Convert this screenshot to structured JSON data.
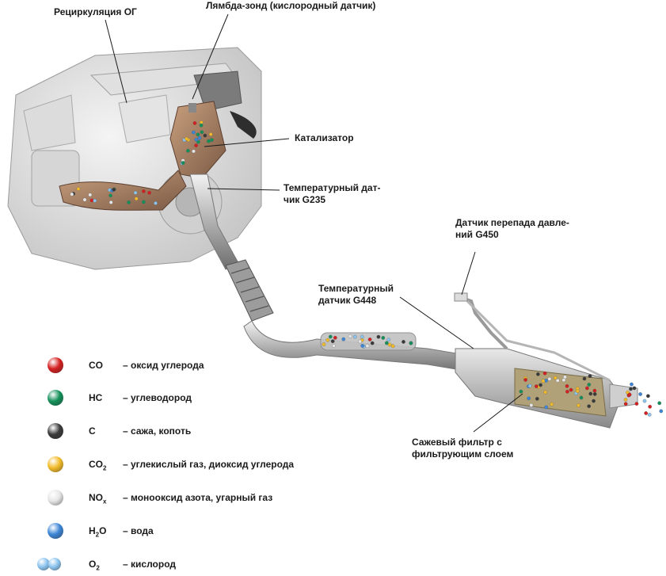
{
  "callouts": {
    "egr": "Рециркуляция ОГ",
    "lambda": "Лямбда-зонд (кислородный датчик)",
    "catalyst": "Катализатор",
    "temp_g235": "Температурный дат-\nчик G235",
    "pressure_g450": "Датчик перепада давле-\nний G450",
    "temp_g448": "Температурный\nдатчик G448",
    "soot_filter": "Сажевый фильтр с\nфильтрующим слоем"
  },
  "legend": [
    {
      "formula": "CO",
      "sub": "",
      "desc": "– оксид углерода",
      "color": "#d42020",
      "icon": "red-ball-icon"
    },
    {
      "formula": "HC",
      "sub": "",
      "desc": "– углеводород",
      "color": "#14905a",
      "icon": "green-ball-icon"
    },
    {
      "formula": "C",
      "sub": "",
      "desc": "– сажа, копоть",
      "color": "#3a3a3a",
      "icon": "black-ball-icon"
    },
    {
      "formula": "CO",
      "sub": "2",
      "desc": "– углекислый газ, диоксид углерода",
      "color": "#f2bb2a",
      "icon": "yellow-ball-icon"
    },
    {
      "formula": "NO",
      "sub": "x",
      "desc": "– монооксид азота, угарный газ",
      "color": "#e6e6e6",
      "icon": "white-ball-icon"
    },
    {
      "formula": "H",
      "sub": "2",
      "formula_tail": "O",
      "desc": "– вода",
      "color": "#3d86d6",
      "icon": "blue-ball-icon"
    },
    {
      "formula": "O",
      "sub": "2",
      "desc": "– кислород",
      "color": "#8cc4ee",
      "icon": "double-blue-ball-icon"
    }
  ]
}
